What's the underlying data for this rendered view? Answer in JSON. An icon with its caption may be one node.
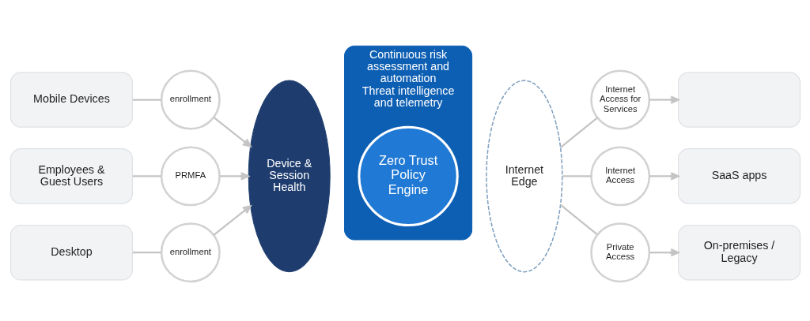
{
  "diagram": {
    "nodes": [
      {
        "text": [
          "Mobile Devices"
        ]
      },
      {
        "text": [
          "Employees & Guest Users"
        ]
      },
      {
        "text": [
          "Desktop"
        ]
      },
      {
        "text": [
          "enrollment"
        ]
      },
      {
        "text": [
          "PRMFA"
        ]
      },
      {
        "text": [
          "enrollment"
        ]
      },
      {
        "text": [
          "Device & Session Health"
        ]
      },
      {
        "text": [
          "Continuous risk assessment and automation",
          "Threat intelligence and telemetry"
        ]
      },
      {
        "text": [
          "Zero Trust",
          "Policy Engine"
        ],
        "in": 7
      },
      {
        "text": [
          "Internet Edge"
        ]
      },
      {
        "text": [
          "Internet Access for Services"
        ]
      },
      {
        "text": [
          "Internet Access"
        ]
      },
      {
        "text": [
          "Private Access"
        ]
      },
      {
        "text": [],
        "shape": "box"
      },
      {
        "text": [
          "SaaS apps"
        ]
      },
      {
        "text": [
          "On-premises / Legacy"
        ]
      }
    ],
    "edges": [
      {
        "from": 0,
        "to": 3,
        "arrow": "none"
      },
      {
        "from": 1,
        "to": 4,
        "arrow": "none"
      },
      {
        "from": 2,
        "to": 5,
        "arrow": "none"
      },
      {
        "from": 3,
        "to": 6,
        "arrow": "to"
      },
      {
        "from": 4,
        "to": 6,
        "arrow": "to"
      },
      {
        "from": 5,
        "to": 6,
        "arrow": "to"
      },
      {
        "from": 9,
        "to": 10,
        "arrow": "none"
      },
      {
        "from": 9,
        "to": 11,
        "arrow": "none"
      },
      {
        "from": 9,
        "to": 12,
        "arrow": "none"
      },
      {
        "from": 10,
        "to": 13,
        "arrow": "to"
      },
      {
        "from": 11,
        "to": 14,
        "arrow": "to"
      },
      {
        "from": 12,
        "to": 15,
        "arrow": "to"
      }
    ]
  }
}
